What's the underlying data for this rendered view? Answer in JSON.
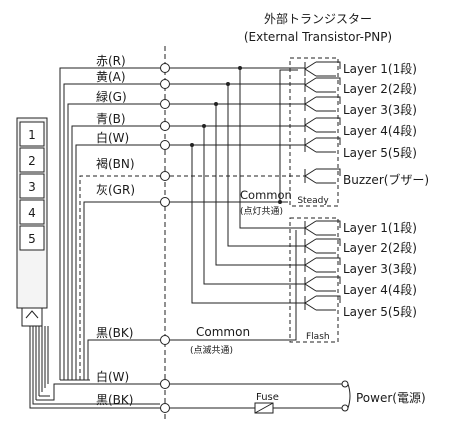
{
  "header": {
    "line1": "外部トランジスター",
    "line2": "(External Transistor-PNP)"
  },
  "tower_segments": [
    "1",
    "2",
    "3",
    "4",
    "5"
  ],
  "wires": {
    "red": "赤(R)",
    "yellow": "黄(A)",
    "green": "緑(G)",
    "blue": "青(B)",
    "white": "白(W)",
    "brown": "褐(BN)",
    "gray": "灰(GR)",
    "black": "黒(BK)",
    "power_white": "白(W)",
    "power_black": "黒(BK)"
  },
  "steady_group": {
    "outputs": [
      "Layer 1(1段)",
      "Layer 2(2段)",
      "Layer 3(3段)",
      "Layer 4(4段)",
      "Layer 5(5段)",
      "Buzzer(ブザー)"
    ],
    "common_label": "Common",
    "common_sub": "(点灯共通)",
    "box_label": "Steady"
  },
  "flash_group": {
    "outputs": [
      "Layer 1(1段)",
      "Layer 2(2段)",
      "Layer 3(3段)",
      "Layer 4(4段)",
      "Layer 5(5段)"
    ],
    "common_label": "Common",
    "common_sub": "(点滅共通)",
    "box_label": "Flash"
  },
  "power": {
    "fuse_label": "Fuse",
    "label": "Power(電源)"
  }
}
